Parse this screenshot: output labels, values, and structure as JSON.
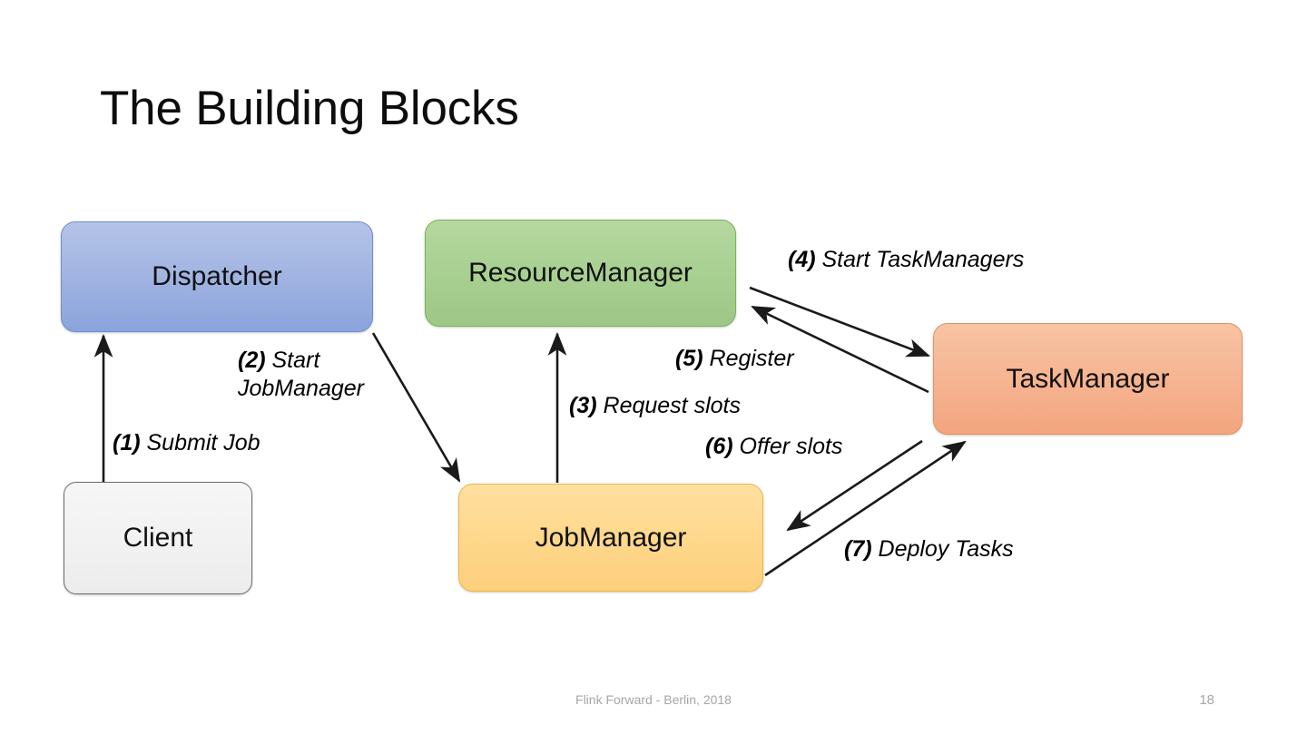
{
  "slide": {
    "title": "The Building Blocks",
    "page_number": "18",
    "footer": "Flink Forward - Berlin, 2018",
    "background_color": "#ffffff"
  },
  "nodes": [
    {
      "id": "dispatcher",
      "label": "Dispatcher",
      "color": "#a3b5e2",
      "border_color": "#6f8ed0"
    },
    {
      "id": "resourcemanager",
      "label": "ResourceManager",
      "color": "#a8d091",
      "border_color": "#7ab358"
    },
    {
      "id": "taskmanager",
      "label": "TaskManager",
      "color": "#f6b694",
      "border_color": "#e8915f"
    },
    {
      "id": "jobmanager",
      "label": "JobManager",
      "color": "#ffd98e",
      "border_color": "#f0b743"
    },
    {
      "id": "client",
      "label": "Client",
      "color": "#f1f1f1",
      "border_color": "#6d6d6d"
    }
  ],
  "edges": [
    {
      "num": "(1)",
      "text": " Submit Job",
      "from": "client",
      "to": "dispatcher",
      "style": "vertical-up"
    },
    {
      "num": "(2)",
      "text": " Start JobManager",
      "from": "dispatcher",
      "to": "jobmanager",
      "style": "diagonal-down-right"
    },
    {
      "num": "(3)",
      "text": " Request slots",
      "from": "jobmanager",
      "to": "resourcemanager",
      "style": "vertical-up"
    },
    {
      "num": "(4)",
      "text": " Start TaskManagers",
      "from": "resourcemanager",
      "to": "taskmanager",
      "style": "diagonal-down-right"
    },
    {
      "num": "(5)",
      "text": " Register",
      "from": "taskmanager",
      "to": "resourcemanager",
      "style": "diagonal-up-left"
    },
    {
      "num": "(6)",
      "text": " Offer slots",
      "from": "taskmanager",
      "to": "jobmanager",
      "style": "diagonal-down-left"
    },
    {
      "num": "(7)",
      "text": " Deploy Tasks",
      "from": "jobmanager",
      "to": "taskmanager",
      "style": "diagonal-up-right"
    }
  ],
  "edge_labels": {
    "e1_num": "(1)",
    "e1_text": " Submit Job",
    "e2_num": "(2)",
    "e2_text": " Start JobManager",
    "e3_num": "(3)",
    "e3_text": " Request slots",
    "e4_num": "(4)",
    "e4_text": " Start TaskManagers",
    "e5_num": "(5)",
    "e5_text": " Register",
    "e6_num": "(6)",
    "e6_text": " Offer slots",
    "e7_num": "(7)",
    "e7_text": " Deploy Tasks"
  }
}
